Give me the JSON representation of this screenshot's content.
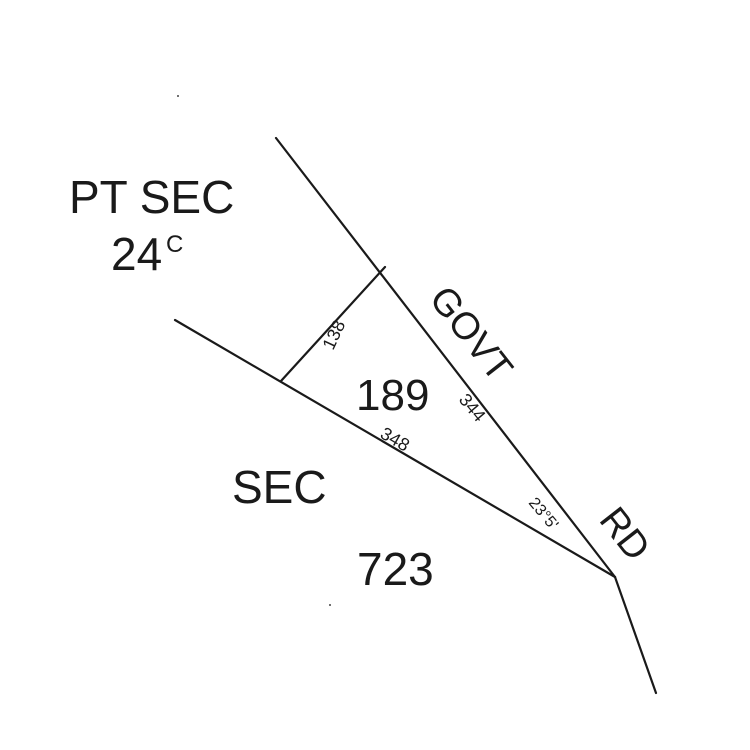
{
  "labels": {
    "pt_sec": "PT SEC",
    "pt_sec_number": "24",
    "pt_sec_suffix": "C",
    "lot_number": "189",
    "road_line1": "GOVT",
    "road_line2": "RD",
    "sec_label": "SEC",
    "sec_number": "723"
  },
  "dimensions": {
    "north_boundary": "138",
    "road_frontage": "344",
    "south_boundary": "348",
    "angle": "23°5'"
  },
  "colors": {
    "ink": "#1a1a1a",
    "background": "#ffffff"
  }
}
